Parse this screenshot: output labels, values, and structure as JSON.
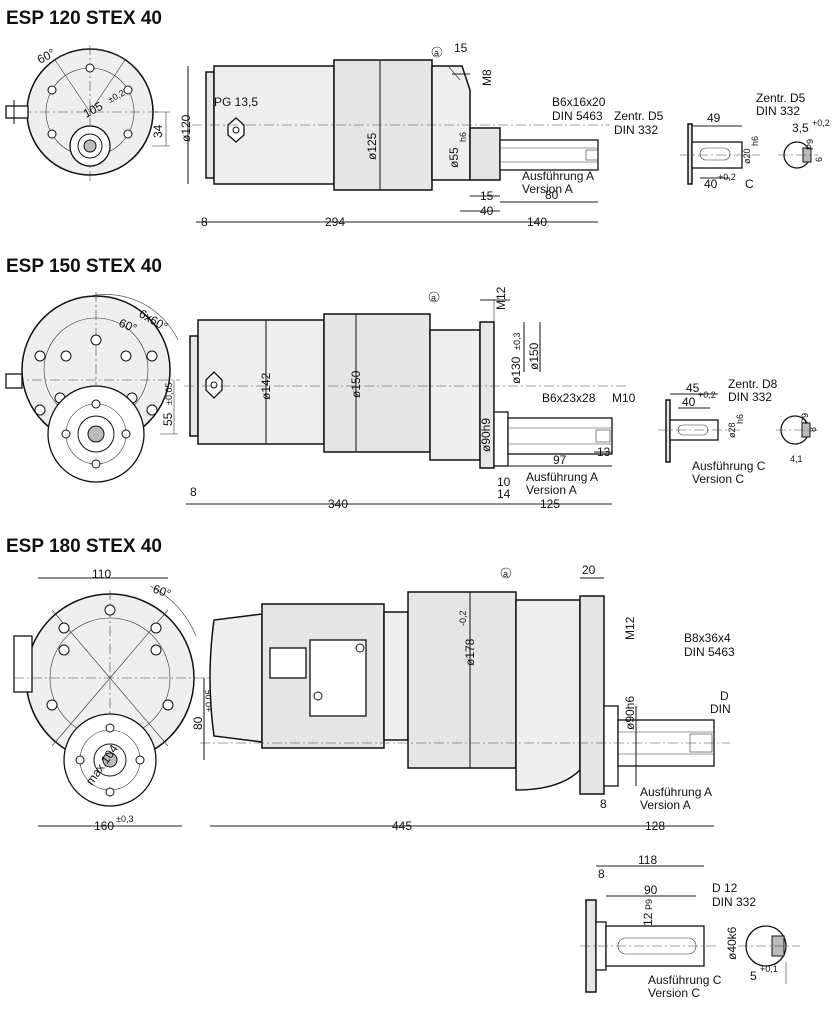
{
  "titles": {
    "esp120": "ESP 120 STEX 40",
    "esp150": "ESP 150 STEX 40",
    "esp180": "ESP 180 STEX 40"
  },
  "s120": {
    "angle": "60°",
    "bolt_circle": "105",
    "bolt_circle_tol": "±0,2",
    "offset": "34",
    "pg": "PG 13,5",
    "dia_body": "ø120",
    "dia_housing": "ø125",
    "dia_pilot": "ø55",
    "pilot_fit": "h6",
    "marker": "a",
    "flange_w": "15",
    "thread": "M8",
    "spline": "B6x16x20",
    "spline_din": "DIN 5463",
    "centre": "Zentr. D5",
    "centre_din": "DIN 332",
    "version_a": "Ausführung A",
    "version_a_en": "Version A",
    "len_left": "8",
    "len_body": "294",
    "len_shaft": "140",
    "len_15": "15",
    "len_40": "40",
    "len_80": "80",
    "c_total": "49",
    "c_key": "40",
    "c_key_tol": "+0,2",
    "c_dia": "ø20",
    "c_dia_fit": "h6",
    "c_letter": "C",
    "c_centre": "Zentr. D5",
    "c_centre_din": "DIN 332",
    "c_key_depth": "3,5",
    "c_key_depth_tol": "+0,2",
    "c_key_width": "6",
    "c_key_fit": "P9"
  },
  "s150": {
    "angle": "6x60°",
    "angle_inner": "60°",
    "offset": "55",
    "offset_tol": "±0,05",
    "dia_body": "ø142",
    "dia_housing": "ø150",
    "marker": "a",
    "thread": "M12",
    "dia_bc": "ø130",
    "dia_bc_tol": "±0,3",
    "dia_flange": "ø150",
    "dia_pilot": "ø90h9",
    "spline": "B6x23x28",
    "thread_end": "M10",
    "len_97": "97",
    "len_13": "13",
    "len_10": "10",
    "len_14": "14",
    "version_a": "Ausführung A",
    "version_a_en": "Version A",
    "len_left": "8",
    "len_body": "340",
    "len_shaft": "125",
    "c_total": "45",
    "c_key": "40",
    "c_key_tol": "+0,2",
    "c_centre": "Zentr. D8",
    "c_centre_din": "DIN 332",
    "c_dia": "ø28",
    "c_dia_fit": "h6",
    "c_key_width": "8",
    "c_key_fit": "P9",
    "c_key_depth": "4,1",
    "version_c": "Ausführung C",
    "version_c_en": "Version C"
  },
  "s180": {
    "width_110": "110",
    "angle": "60°",
    "offset": "80",
    "offset_tol": "±0,05",
    "bc_max": "max.104",
    "width_160": "160",
    "width_160_tol": "±0,3",
    "dia_body": "ø178",
    "dia_body_tol": "-0,2",
    "marker": "a",
    "flange_w": "20",
    "thread": "M12",
    "spline": "B8x36x4",
    "spline_din": "DIN 5463",
    "d_letter": "D",
    "d_din": "DIN",
    "dia_pilot": "ø90h6",
    "version_a": "Ausführung A",
    "version_a_en": "Version A",
    "len_8": "8",
    "len_body": "445",
    "len_shaft": "128",
    "c_total": "118",
    "c_left": "8",
    "c_key": "90",
    "c_key_width": "12",
    "c_key_fit": "P9",
    "c_centre": "D 12",
    "c_centre_din": "DIN 332",
    "c_dia": "ø40k6",
    "version_c": "Ausführung C",
    "version_c_en": "Version C",
    "c_key_depth": "5",
    "c_key_depth_tol": "+0,1"
  }
}
